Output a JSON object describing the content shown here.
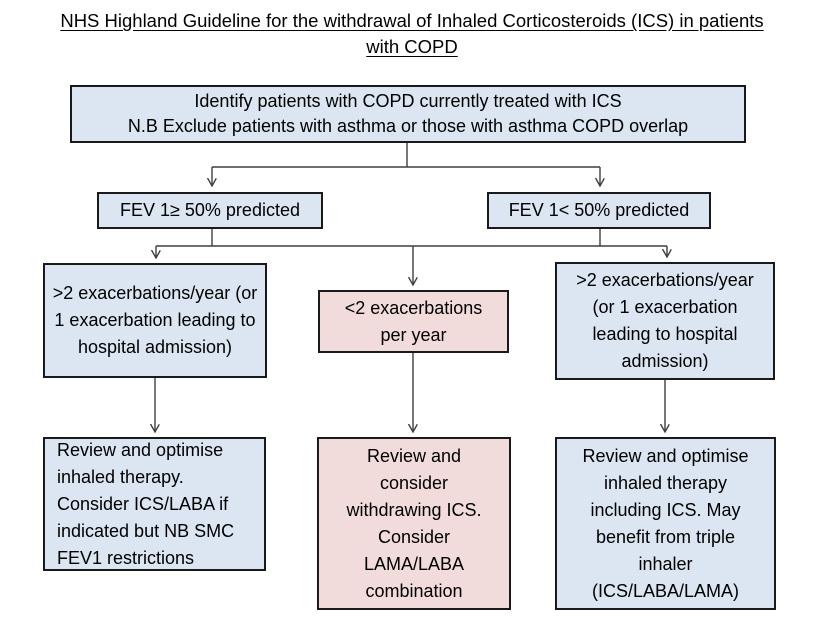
{
  "colors": {
    "blue": "#dbe6f2",
    "pink": "#f2dcdb",
    "border": "#1a1a1a",
    "line": "#3f3f3f",
    "text": "#000000"
  },
  "title": {
    "line1": "NHS Highland Guideline for the withdrawal of Inhaled Corticosteroids (ICS) in patients",
    "line2": "with COPD"
  },
  "nodes": {
    "identify": {
      "line1": "Identify patients with COPD currently treated with ICS",
      "line2": "N.B Exclude patients with asthma or those with asthma COPD overlap"
    },
    "fev_ge_50": "FEV 1≥ 50% predicted",
    "fev_lt_50": "FEV 1< 50% predicted",
    "exac_high_left": ">2 exacerbations/year (or 1 exacerbation leading to hospital admission)",
    "exac_low_mid": "<2 exacerbations per year",
    "exac_high_right": ">2 exacerbations/year (or 1 exacerbation leading to hospital admission)",
    "outcome_left": "Review and optimise inhaled therapy. Consider ICS/LABA if indicated but NB SMC FEV1 restrictions",
    "outcome_mid": "Review and consider withdrawing ICS. Consider LAMA/LABA combination",
    "outcome_right": "Review and optimise inhaled therapy including ICS. May benefit from triple inhaler (ICS/LABA/LAMA)"
  }
}
